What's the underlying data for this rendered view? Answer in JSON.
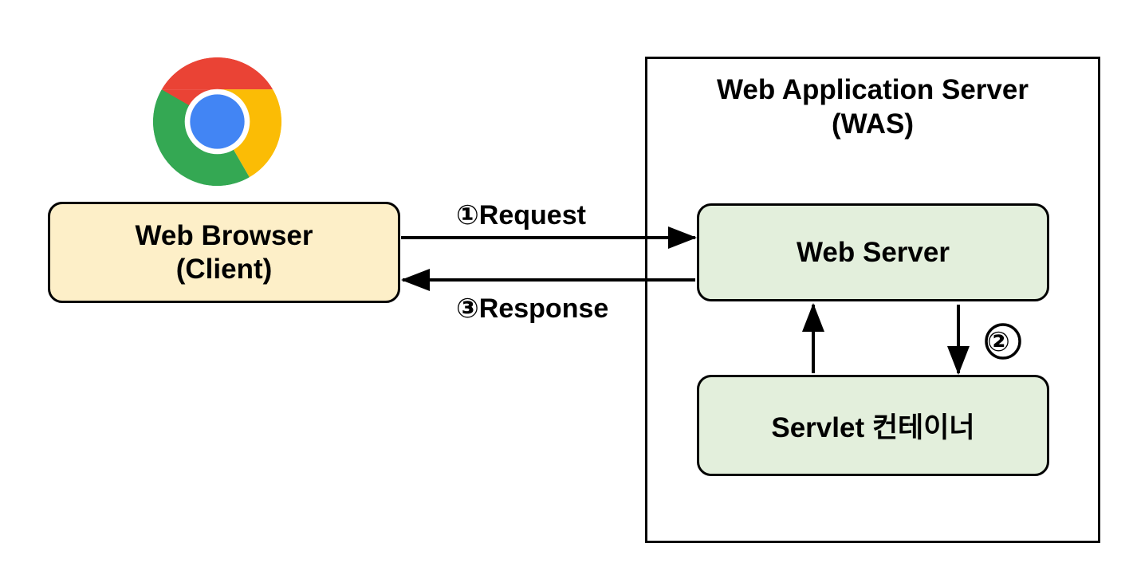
{
  "diagram": {
    "title": "Web Application Server (WAS) request flow",
    "background": "#ffffff",
    "colors": {
      "client_box_fill": "#fdefc8",
      "server_box_fill": "#e3efdc",
      "stroke": "#000000",
      "chrome_red": "#ea4335",
      "chrome_yellow": "#fbbc05",
      "chrome_green": "#34a853",
      "chrome_blue": "#4285f4",
      "chrome_white": "#ffffff"
    }
  },
  "client": {
    "logo_name": "chrome-logo",
    "label_line1": "Web Browser",
    "label_line2": "(Client)"
  },
  "was": {
    "title_line1": "Web Application Server",
    "title_line2": "(WAS)",
    "web_server_label": "Web Server",
    "servlet_container_label": "Servlet 컨테이너"
  },
  "flows": [
    {
      "id": "request",
      "label": "①Request",
      "step": "①",
      "text": "Request",
      "direction": "client-to-web-server"
    },
    {
      "id": "forward",
      "label": "②",
      "step": "②",
      "text": "",
      "direction": "web-server-to-servlet-container"
    },
    {
      "id": "response",
      "label": "③Response",
      "step": "③",
      "text": "Response",
      "direction": "web-server-to-client"
    }
  ]
}
